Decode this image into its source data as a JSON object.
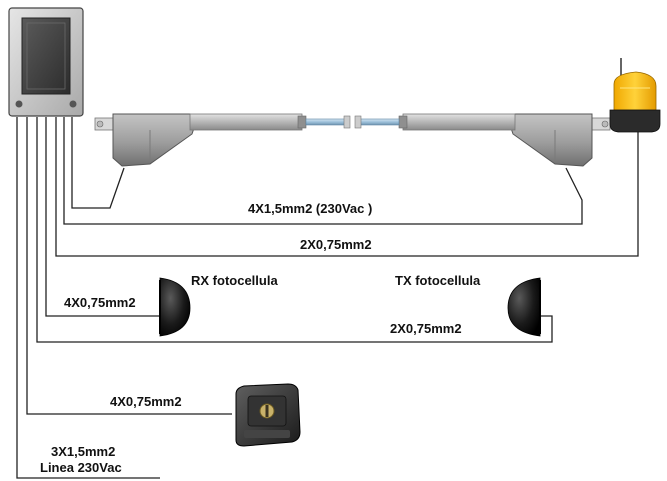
{
  "labels": {
    "motor_cable": "4X1,5mm2 (230Vac )",
    "lamp_cable": "2X0,75mm2",
    "rx_title": "RX fotocellula",
    "tx_title": "TX fotocellula",
    "rx_cable": "4X0,75mm2",
    "tx_cable": "2X0,75mm2",
    "key_cable": "4X0,75mm2",
    "mains_cable": "3X1,5mm2",
    "mains_line": "Linea 230Vac"
  },
  "colors": {
    "lamp_lens": "#f5b800",
    "lamp_base": "#2b2b2b",
    "motor_body": "#9a9a9a",
    "piston": "#a8c8e0",
    "photocell": "#141414",
    "wire": "#222222"
  },
  "icons": [
    "control-box-icon",
    "motor-actuator-icon",
    "flashing-lamp-icon",
    "photocell-icon",
    "key-switch-icon"
  ]
}
